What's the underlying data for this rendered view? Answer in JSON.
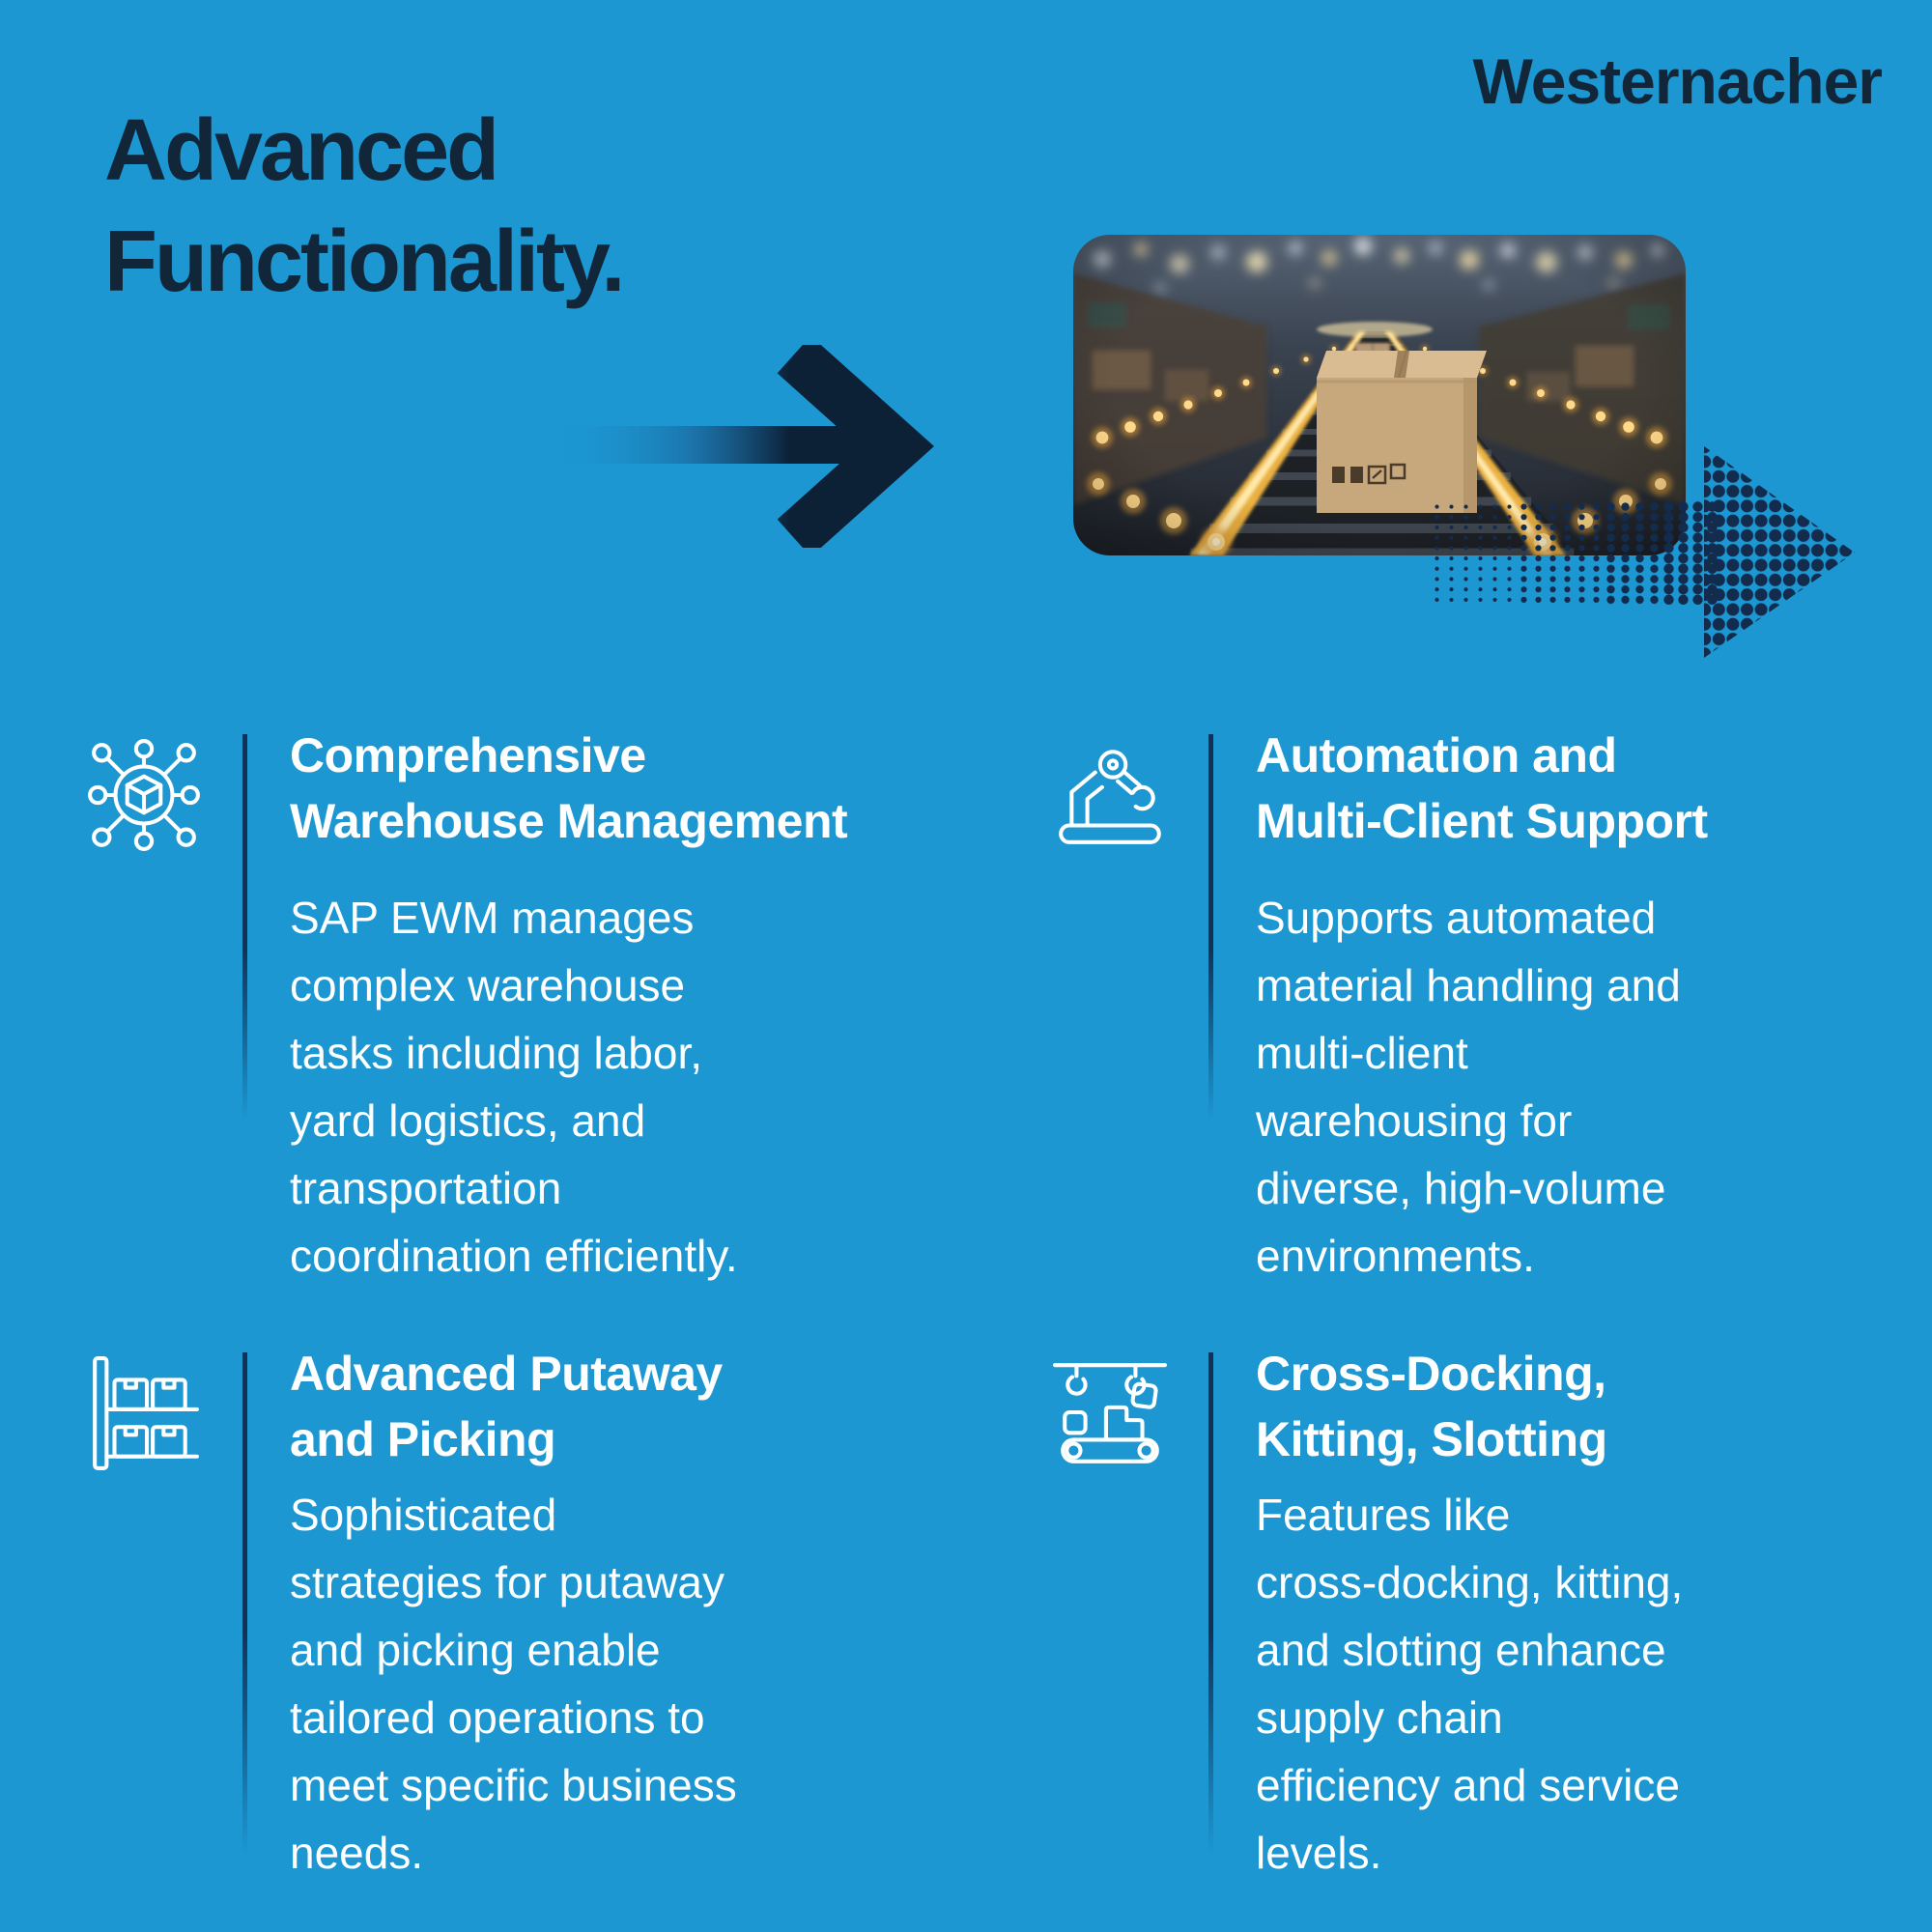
{
  "header": {
    "brand": "Westernacher",
    "title_lines": [
      "Advanced",
      "Functionality."
    ]
  },
  "colors": {
    "background": "#1c97d2",
    "navy_text": "#12263a",
    "navy_deep": "#0c2036",
    "dot_navy": "#132c4d",
    "divider_navy": "#143052",
    "text_white": "#ffffff"
  },
  "photo": {
    "description": "Cardboard box on a roller conveyor in a blurred warehouse with glowing guide lights"
  },
  "features": [
    {
      "icon": "network-cube-icon",
      "title_lines": [
        "Comprehensive",
        "Warehouse Management"
      ],
      "body_lines": [
        "SAP EWM manages",
        "complex warehouse",
        "tasks including labor,",
        "yard logistics, and",
        "transportation",
        "coordination efficiently."
      ]
    },
    {
      "icon": "robot-arm-icon",
      "title_lines": [
        "Automation and",
        "Multi-Client Support"
      ],
      "body_lines": [
        "Supports automated",
        "material handling and",
        "multi-client",
        "warehousing for",
        "diverse, high-volume",
        "environments."
      ]
    },
    {
      "icon": "storage-rack-icon",
      "title_lines": [
        "Advanced Putaway",
        "and Picking"
      ],
      "body_lines": [
        "Sophisticated",
        "strategies for putaway",
        "and picking enable",
        "tailored operations to",
        "meet specific business",
        "needs."
      ]
    },
    {
      "icon": "conveyor-kitting-icon",
      "title_lines": [
        "Cross-Docking,",
        "Kitting, Slotting"
      ],
      "body_lines": [
        "Features like",
        "cross-docking, kitting,",
        "and slotting enhance",
        "supply chain",
        "efficiency and service",
        "levels."
      ]
    }
  ]
}
